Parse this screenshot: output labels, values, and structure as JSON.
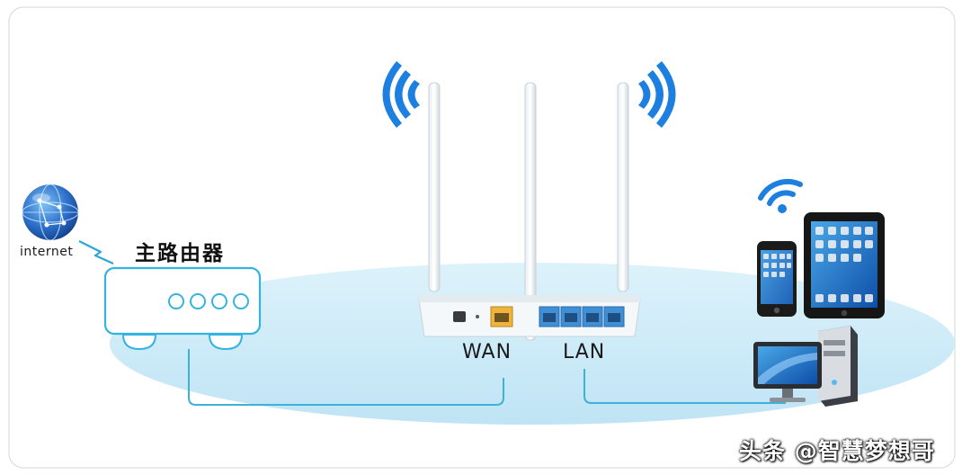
{
  "labels": {
    "internet": "internet",
    "main_router": "主路由器",
    "wan": "WAN",
    "lan": "LAN"
  },
  "watermark": "头条 @智慧梦想哥",
  "icons": [
    "globe-icon",
    "wifi-icon",
    "phone-icon",
    "tablet-icon",
    "desktop-computer-icon"
  ],
  "colors": {
    "ellipse": "#c9e9f7",
    "line": "#3fb0d8",
    "wifi": "#1d7fe0",
    "router_outline": "#35b3e0"
  }
}
